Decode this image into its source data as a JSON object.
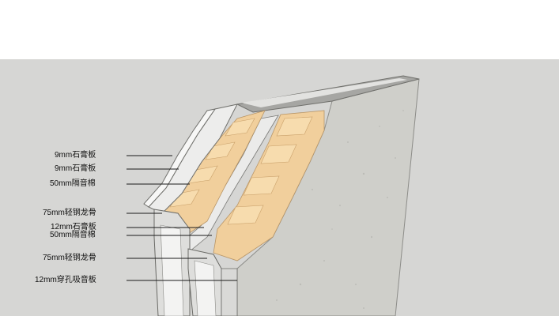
{
  "colors": {
    "background": "#d6d6d4",
    "gypsum": "#e8e8e6",
    "insulation": "#f3d4a4",
    "insulation_dark": "#e3b97f",
    "stud": "#c9c9c7",
    "concrete": "#cfcfca",
    "leader": "#1a1a1a"
  },
  "labels": [
    {
      "id": "gypsum-9mm-a",
      "text": "9mm石膏板"
    },
    {
      "id": "gypsum-9mm-b",
      "text": "9mm石膏板"
    },
    {
      "id": "wool-50mm-a",
      "text": "50mm隔音棉"
    },
    {
      "id": "stud-75mm-a",
      "text": "75mm轻钢龙骨"
    },
    {
      "id": "gypsum-12mm",
      "text": "12mm石膏板"
    },
    {
      "id": "wool-50mm-b",
      "text": "50mm隔音棉"
    },
    {
      "id": "stud-75mm-b",
      "text": "75mm轻钢龙骨"
    },
    {
      "id": "perforated-12mm",
      "text": "12mm穿孔吸音板"
    }
  ]
}
